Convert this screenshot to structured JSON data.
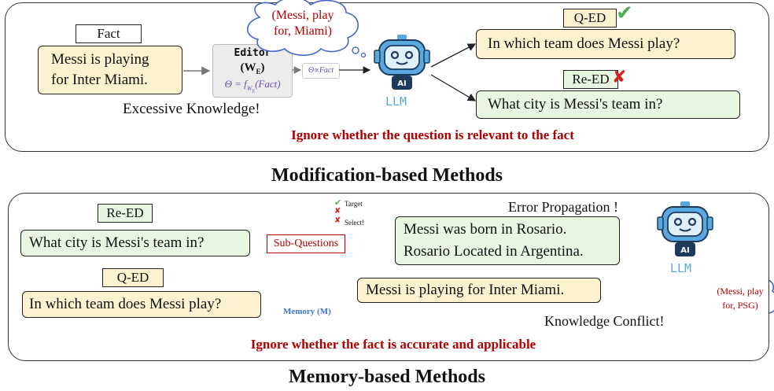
{
  "top": {
    "fact_tag": "Fact",
    "fact_text_line1": "Messi is playing",
    "fact_text_line2": "for Inter Miami.",
    "editor_title": "Editor",
    "editor_weights": "(W",
    "editor_weights_sub": "E",
    "editor_weights_close": ")",
    "editor_formula": "Θ = f",
    "editor_formula_sub": "W",
    "editor_formula_subsub": "E",
    "editor_formula_arg": "(Fact)",
    "theta_label": "Θ∝Fact",
    "thought_line1": "(Messi,  play",
    "thought_line2": "for,  Miami)",
    "llm_label": "LLM",
    "qed_tag": "Q-ED",
    "qed_question": "In which team does Messi play?",
    "reed_tag": "Re-ED",
    "reed_question": "What city is Messi's team in?",
    "excessive": "Excessive Knowledge!",
    "ignore_note": "Ignore whether the question is relevant to the fact",
    "check_mark": "✔",
    "cross_mark": "✘"
  },
  "section1_title": "Modification-based Methods",
  "bottom": {
    "reed_tag": "Re-ED",
    "reed_question": "What city is Messi's team in?",
    "qed_tag": "Q-ED",
    "qed_question": "In which team does Messi play?",
    "subq_label": "Sub-Questions",
    "tree_target": "Target",
    "tree_select": "Select!",
    "memory_label": "Memory (M)",
    "chain_line1": "Messi was born in Rosario.",
    "chain_line2": "Rosario Located in Argentina.",
    "error_prop": "Error Propagation !",
    "retrieved_fact": "Messi is playing for Inter Miami.",
    "conflict": "Knowledge Conflict!",
    "thought_line1": "(Messi,  play",
    "thought_line2": "for,  PSG)",
    "llm_label": "LLM",
    "ignore_note": "Ignore whether the fact is accurate and applicable"
  },
  "section2_title": "Memory-based Methods",
  "colors": {
    "accent_red": "#b00000",
    "robot_blue": "#5aa8e0",
    "yellow_box": "#fdf2cf",
    "green_box": "#e8f5e0"
  }
}
